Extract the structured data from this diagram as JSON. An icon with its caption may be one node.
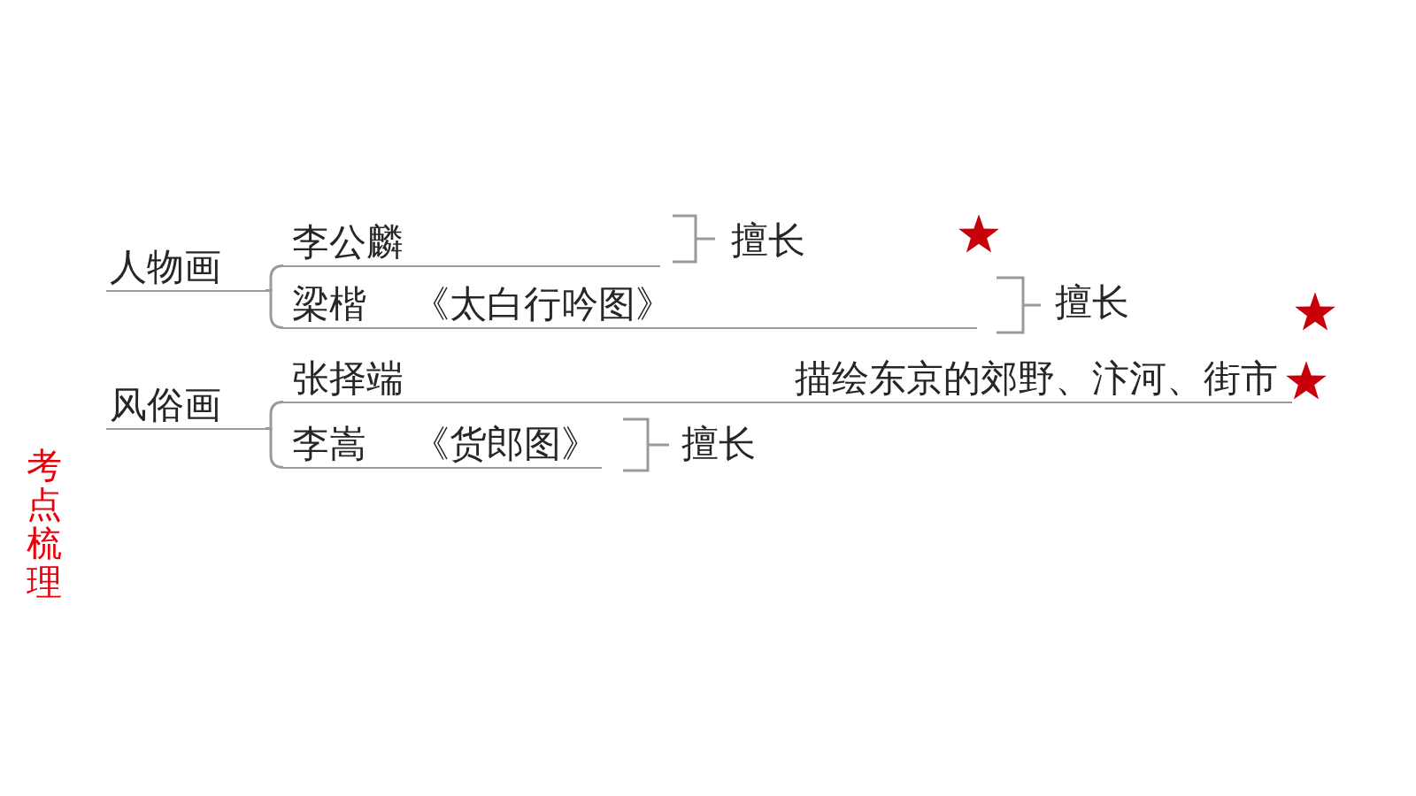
{
  "diagram": {
    "nodes": [
      {
        "text": [
          "人物画"
        ]
      },
      {
        "text": [
          "李公麟"
        ]
      },
      {
        "text": [
          "擅长"
        ]
      },
      {
        "text": [
          "梁楷",
          "《太白行吟图》"
        ]
      },
      {
        "text": [
          "擅长"
        ]
      },
      {
        "text": [
          "风俗画"
        ]
      },
      {
        "text": [
          "张择端",
          "描绘东京的郊野、汴河、街市"
        ]
      },
      {
        "text": [
          "李嵩",
          "《货郎图》"
        ]
      },
      {
        "text": [
          "擅长"
        ]
      }
    ],
    "edges": [
      {
        "from": 0,
        "to": 1,
        "arrow": "none"
      },
      {
        "from": 1,
        "to": 2,
        "arrow": "none"
      },
      {
        "from": 0,
        "to": 3,
        "arrow": "none"
      },
      {
        "from": 3,
        "to": 4,
        "arrow": "none"
      },
      {
        "from": 5,
        "to": 6,
        "arrow": "none"
      },
      {
        "from": 5,
        "to": 7,
        "arrow": "none"
      },
      {
        "from": 7,
        "to": 8,
        "arrow": "none"
      }
    ],
    "labels": [
      "考点梳理"
    ]
  }
}
